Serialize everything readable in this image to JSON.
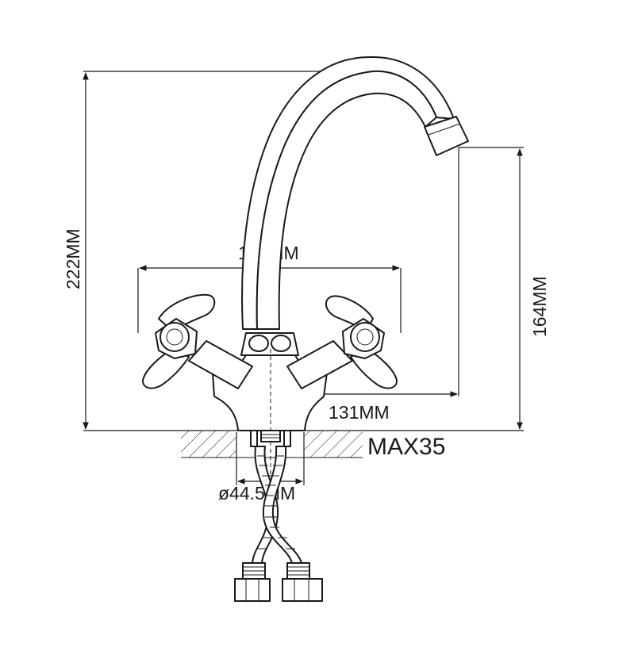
{
  "dimensions": {
    "total_height": "222MM",
    "handle_span": "176MM",
    "spout_height": "164MM",
    "spout_reach": "131MM",
    "max_counter_thickness": "MAX35",
    "mount_diameter": "ø44.5MM"
  },
  "colors": {
    "line": "#1a1a1a",
    "background": "#ffffff"
  }
}
